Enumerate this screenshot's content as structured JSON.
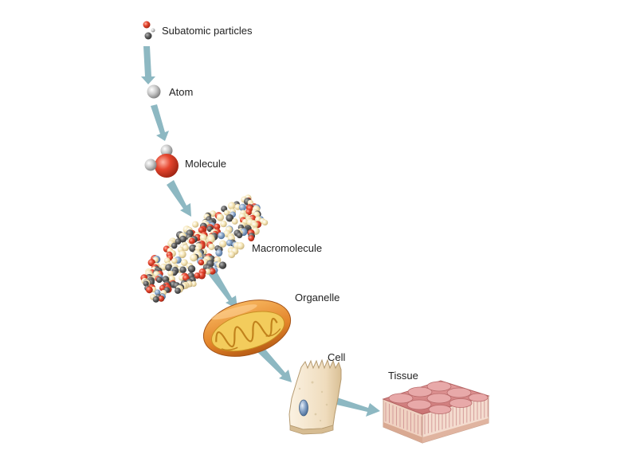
{
  "labels": {
    "subatomic": "Subatomic particles",
    "atom": "Atom",
    "molecule": "Molecule",
    "macromolecule": "Macromolecule",
    "organelle": "Organelle",
    "cell": "Cell",
    "tissue": "Tissue"
  },
  "colors": {
    "arrow": "#8db8c2",
    "oxygen": "#e0402a",
    "hydrogen": "#c8c8c8",
    "carbon": "#5a5a5a",
    "mito_outer": "#e48a2c",
    "mito_inner": "#f5d45a",
    "cell_body": "#f1e4cc",
    "nucleus": "#7fa3d6",
    "tissue_top": "#d98d8d",
    "tissue_side": "#f2d7c8"
  },
  "icons": [
    "subatomic-particles-icon",
    "atom-icon",
    "molecule-icon",
    "macromolecule-icon",
    "mitochondrion-icon",
    "cell-icon",
    "tissue-icon"
  ]
}
